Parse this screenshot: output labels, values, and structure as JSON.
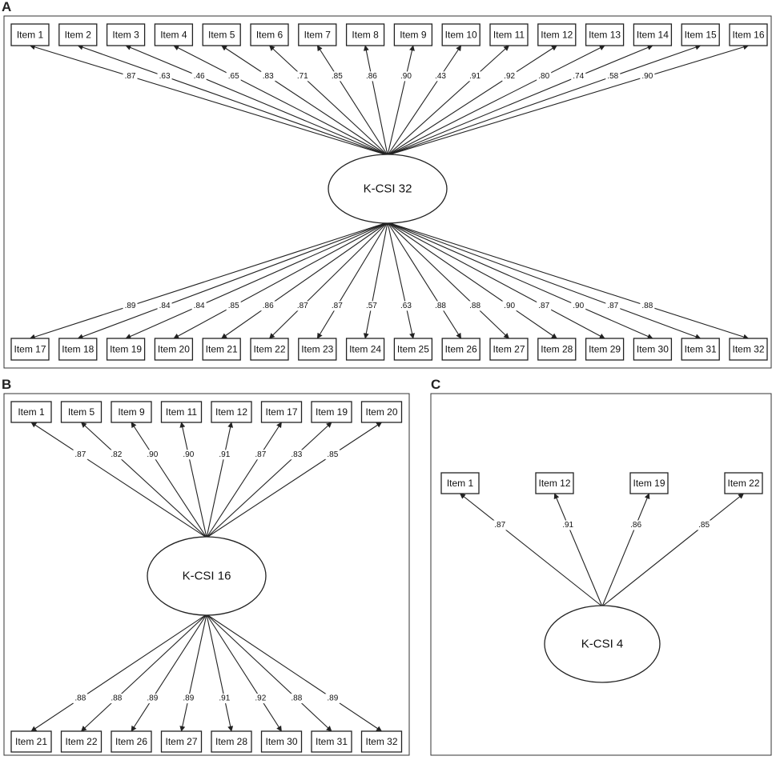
{
  "panels": [
    {
      "label": "A",
      "factor": "K-CSI 32",
      "top_items": [
        "Item 1",
        "Item 2",
        "Item 3",
        "Item 4",
        "Item 5",
        "Item 6",
        "Item 7",
        "Item 8",
        "Item 9",
        "Item 10",
        "Item 11",
        "Item 12",
        "Item 13",
        "Item 14",
        "Item 15",
        "Item 16"
      ],
      "top_loadings": [
        ".87",
        ".63",
        ".46",
        ".65",
        ".83",
        ".71",
        ".85",
        ".86",
        ".90",
        ".43",
        ".91",
        ".92",
        ".80",
        ".74",
        ".58",
        ".90"
      ],
      "bottom_items": [
        "Item 17",
        "Item 18",
        "Item 19",
        "Item 20",
        "Item 21",
        "Item 22",
        "Item 23",
        "Item 24",
        "Item 25",
        "Item 26",
        "Item 27",
        "Item 28",
        "Item 29",
        "Item 30",
        "Item 31",
        "Item 32"
      ],
      "bottom_loadings": [
        ".89",
        ".84",
        ".84",
        ".85",
        ".86",
        ".87",
        ".87",
        ".57",
        ".63",
        ".88",
        ".88",
        ".90",
        ".87",
        ".90",
        ".87",
        ".88"
      ]
    },
    {
      "label": "B",
      "factor": "K-CSI 16",
      "top_items": [
        "Item 1",
        "Item 5",
        "Item 9",
        "Item 11",
        "Item 12",
        "Item 17",
        "Item 19",
        "Item 20"
      ],
      "top_loadings": [
        ".87",
        ".82",
        ".90",
        ".90",
        ".91",
        ".87",
        ".83",
        ".85"
      ],
      "bottom_items": [
        "Item 21",
        "Item 22",
        "Item 26",
        "Item 27",
        "Item 28",
        "Item 30",
        "Item 31",
        "Item 32"
      ],
      "bottom_loadings": [
        ".88",
        ".88",
        ".89",
        ".89",
        ".91",
        ".92",
        ".88",
        ".89"
      ]
    },
    {
      "label": "C",
      "factor": "K-CSI 4",
      "top_items": [
        "Item 1",
        "Item 12",
        "Item 19",
        "Item 22"
      ],
      "top_loadings": [
        ".87",
        ".91",
        ".86",
        ".85"
      ],
      "bottom_items": [],
      "bottom_loadings": []
    }
  ]
}
